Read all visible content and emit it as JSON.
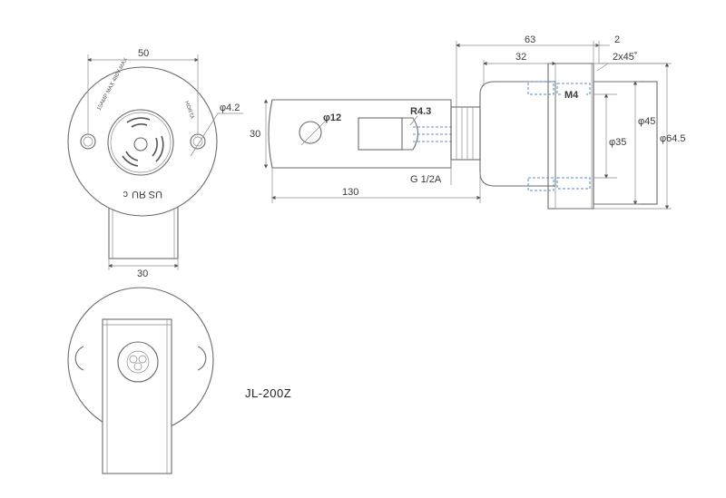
{
  "model": "JL-200Z",
  "front_view": {
    "width_dim": "50",
    "hole_dim": "φ4.2",
    "bracket_width_dim": "30",
    "rating_text": "15AMP MAX 480V MAX",
    "cert_left": "c",
    "cert_mark": "ЯU",
    "cert_right": "US"
  },
  "side_view": {
    "total_length_dim": "130",
    "height_dim": "30",
    "hole_dim": "φ12",
    "radius_dim": "R4.3",
    "thread_dim": "G 1/2A",
    "cap_length_dim": "63",
    "cap_offset_dim": "2",
    "chamfer_dim": "2x45˚",
    "inner_length_dim": "32",
    "screw_dim": "M4",
    "dia_45": "φ45",
    "dia_35": "φ35",
    "dia_64_5": "φ64.5"
  }
}
